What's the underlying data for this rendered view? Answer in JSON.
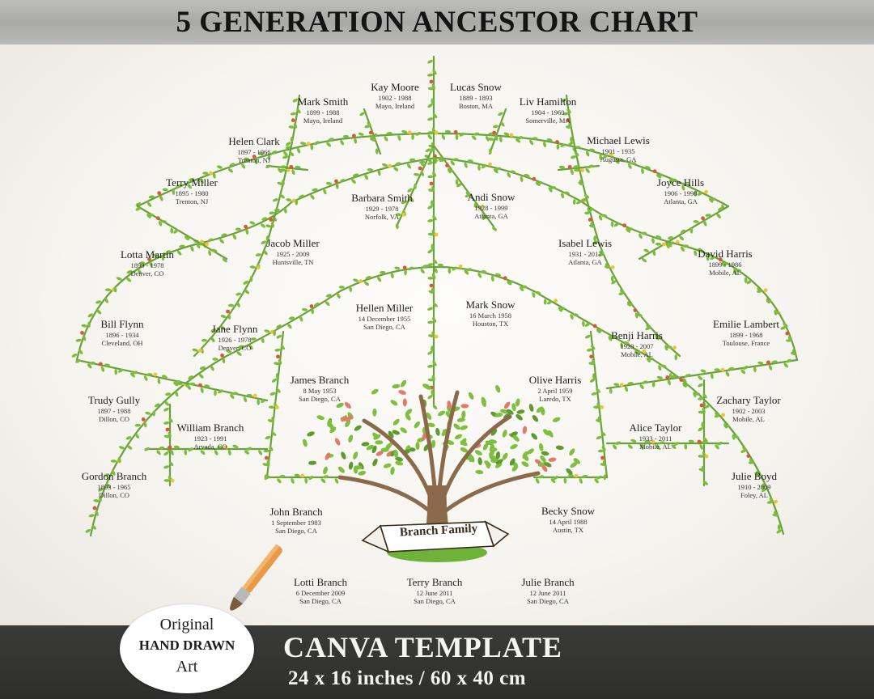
{
  "header": {
    "title": "5 GENERATION ANCESTOR CHART"
  },
  "family_label": "Branch Family",
  "colors": {
    "vine": "#6aa13a",
    "leaf": "#7dbb3f",
    "flower_red": "#d9583a",
    "flower_yellow": "#f0c23a",
    "trunk": "#8a6a4a"
  },
  "people": {
    "children": [
      {
        "name": "Lotti Branch",
        "dates": "6 December 2009",
        "place": "San Diego, CA"
      },
      {
        "name": "Terry Branch",
        "dates": "12 June 2011",
        "place": "San Diego, CA"
      },
      {
        "name": "Julie Branch",
        "dates": "12 June 2011",
        "place": "San Diego, CA"
      }
    ],
    "parents": [
      {
        "name": "John Branch",
        "dates": "1 September 1983",
        "place": "San Diego, CA"
      },
      {
        "name": "Becky Snow",
        "dates": "14 April 1988",
        "place": "Austin, TX"
      }
    ],
    "grandparents": [
      {
        "name": "James Branch",
        "dates": "8 May 1953",
        "place": "San Diego, CA"
      },
      {
        "name": "Hellen Miller",
        "dates": "14 December 1955",
        "place": "San Diego, CA"
      },
      {
        "name": "Mark Snow",
        "dates": "16 March 1958",
        "place": "Houston, TX"
      },
      {
        "name": "Olive Harris",
        "dates": "2 April 1959",
        "place": "Laredo, TX"
      }
    ],
    "great_grandparents": [
      {
        "name": "William Branch",
        "dates": "1923 - 1991",
        "place": "Arvada, CO"
      },
      {
        "name": "Jane Flynn",
        "dates": "1926 - 1978",
        "place": "Denver, CO"
      },
      {
        "name": "Jacob Miller",
        "dates": "1925 - 2009",
        "place": "Huntsville, TN"
      },
      {
        "name": "Barbara Smith",
        "dates": "1929 - 1978",
        "place": "Norfolk, VA"
      },
      {
        "name": "Andi Snow",
        "dates": "1928 - 1999",
        "place": "Atlanta, GA"
      },
      {
        "name": "Isabel Lewis",
        "dates": "1931 - 2017",
        "place": "Atlanta, GA"
      },
      {
        "name": "Benji Harris",
        "dates": "1929 - 2007",
        "place": "Mobile, AL"
      },
      {
        "name": "Alice Taylor",
        "dates": "1933 - 2011",
        "place": "Mobile, AL"
      }
    ],
    "great_great_grandparents": [
      {
        "name": "Gordon Branch",
        "dates": "1893 - 1965",
        "place": "Dillon, CO"
      },
      {
        "name": "Trudy Gully",
        "dates": "1897 - 1988",
        "place": "Dillon, CO"
      },
      {
        "name": "Bill Flynn",
        "dates": "1896 - 1934",
        "place": "Cleveland, OH"
      },
      {
        "name": "Lotta Martin",
        "dates": "1899 - 1978",
        "place": "Denver, CO"
      },
      {
        "name": "Terry Miller",
        "dates": "1895 - 1980",
        "place": "Trenton, NJ"
      },
      {
        "name": "Helen Clark",
        "dates": "1897 - 1966",
        "place": "Trenton, NJ"
      },
      {
        "name": "Mark Smith",
        "dates": "1899 - 1988",
        "place": "Mayo, Ireland"
      },
      {
        "name": "Kay Moore",
        "dates": "1902 - 1988",
        "place": "Mayo, Ireland"
      },
      {
        "name": "Lucas Snow",
        "dates": "1889 - 1893",
        "place": "Boston, MA"
      },
      {
        "name": "Liv Hamilton",
        "dates": "1904 - 1960",
        "place": "Somerville, MA"
      },
      {
        "name": "Michael Lewis",
        "dates": "1901 - 1935",
        "place": "Augusta, GA"
      },
      {
        "name": "Joyce Hills",
        "dates": "1906 - 1998",
        "place": "Atlanta, GA"
      },
      {
        "name": "David Harris",
        "dates": "1899 - 1986",
        "place": "Mobile, AL"
      },
      {
        "name": "Emilie Lambert",
        "dates": "1899 - 1968",
        "place": "Toulouse, France"
      },
      {
        "name": "Zachary Taylor",
        "dates": "1902 - 2003",
        "place": "Mobile, AL"
      },
      {
        "name": "Julie Boyd",
        "dates": "1910 - 2009",
        "place": "Foley, AL"
      }
    ]
  },
  "badge": {
    "line1": "Original",
    "line2": "HAND DRAWN",
    "line3": "Art"
  },
  "footer": {
    "title": "CANVA TEMPLATE",
    "size": "24 x 16 inches / 60 x 40 cm"
  }
}
